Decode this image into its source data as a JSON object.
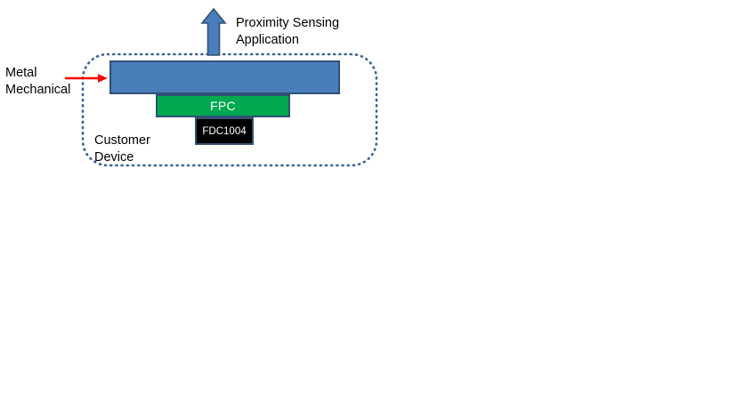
{
  "diagram": {
    "title": "FDC1004 Proximity Sensing Application Stack-up",
    "background_color": "#ffffff",
    "labels": {
      "proximity": "Proximity Sensing\nApplication",
      "metal": "Metal\nMechanical",
      "customer": "Customer\nDevice"
    },
    "blocks": [
      {
        "id": "metal-block",
        "label": "",
        "fill": "#4a7ebb",
        "stroke": "#2f5176"
      },
      {
        "id": "fpc-block",
        "label": "FPC",
        "fill": "#00a94f",
        "stroke": "#2f5176",
        "text_color": "#ffffff"
      },
      {
        "id": "fdc-block",
        "label": "FDC1004",
        "fill": "#000000",
        "stroke": "#2f5176",
        "text_color": "#ffffff"
      }
    ],
    "arrows": {
      "up_arrow": {
        "name": "proximity-up-arrow",
        "fill": "#4a7ebb",
        "stroke": "#2f5176",
        "direction": "up"
      },
      "metal_pointer": {
        "name": "metal-callout-arrow",
        "color": "#ff0000",
        "direction": "right"
      }
    },
    "enclosure": {
      "name": "customer-device-boundary",
      "style": "dotted-rounded-rectangle",
      "color": "#3b6098"
    }
  }
}
